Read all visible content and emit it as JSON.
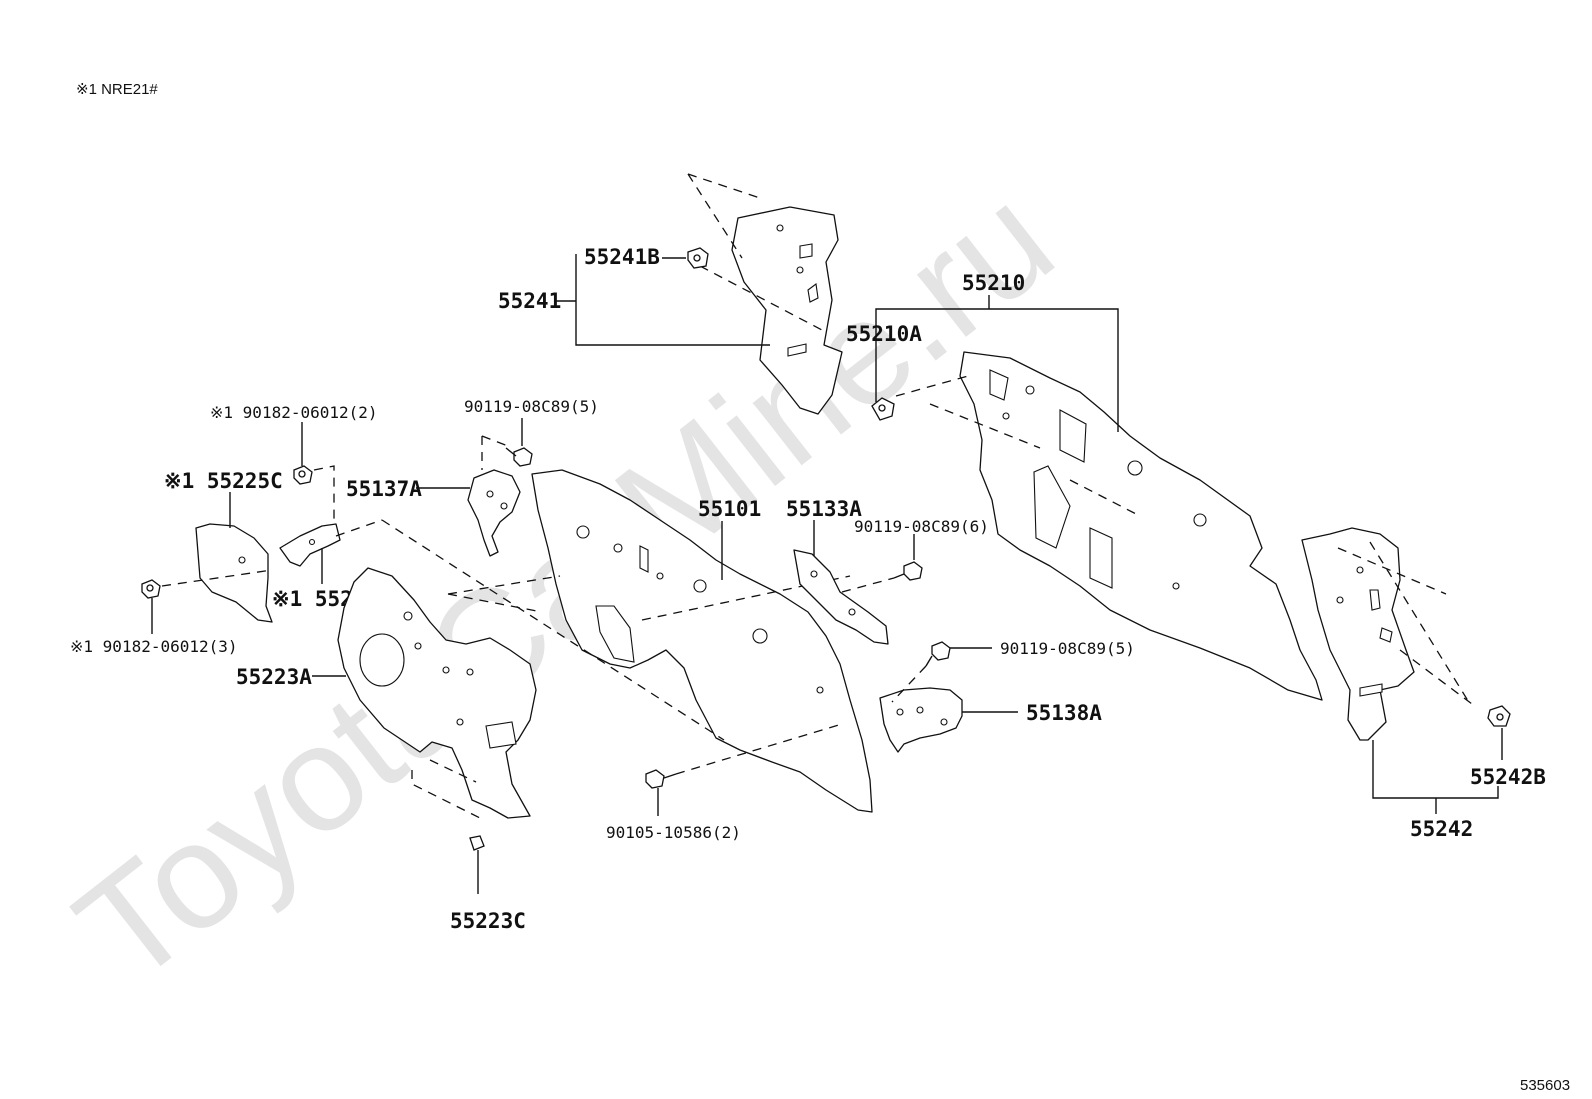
{
  "note": "※1 NRE21#",
  "watermark": "ToyotaCarMine.ru",
  "diagram_id": "535603",
  "labels": {
    "p55241B": "55241B",
    "p55241": "55241",
    "p55210": "55210",
    "p55210A": "55210A",
    "b90182_2": "※1 90182-06012(2)",
    "p55225C": "※1 55225C",
    "b90119_top": "90119-08C89(5)",
    "p55137A": "55137A",
    "p55101": "55101",
    "p55133A": "55133A",
    "b90119_6": "90119-08C89(6)",
    "p55229": "※1 55229",
    "b90182_3": "※1 90182-06012(3)",
    "p55223A": "55223A",
    "b90119_mid": "90119-08C89(5)",
    "p55138A": "55138A",
    "b90105": "90105-10586(2)",
    "p55223C": "55223C",
    "p55242B": "55242B",
    "p55242": "55242"
  }
}
